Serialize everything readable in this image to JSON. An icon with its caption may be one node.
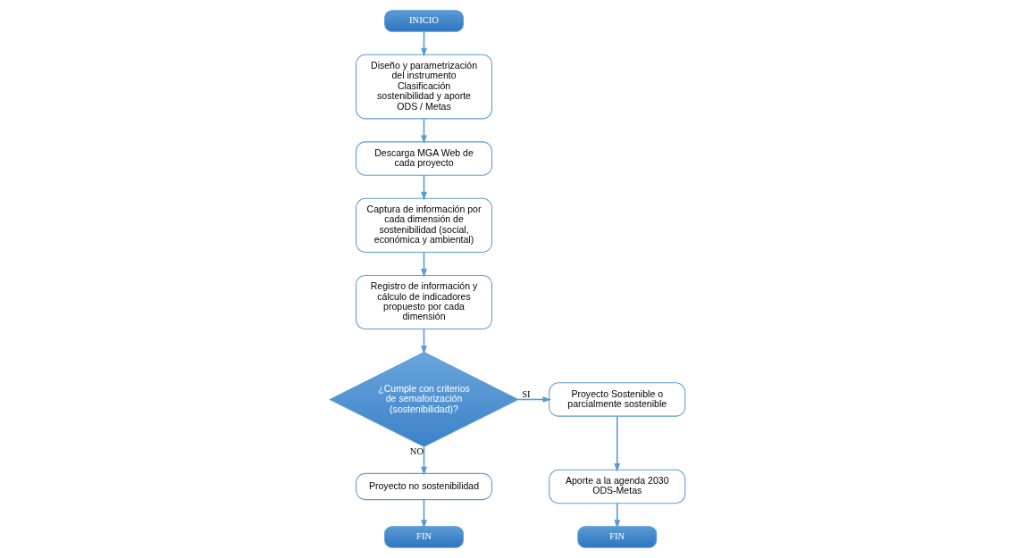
{
  "diagram": {
    "nodes": [
      {
        "text": [
          "INICIO"
        ]
      },
      {
        "text": [
          "Diseño y parametrización del instrumento Clasificación sostenibilidad y aporte ODS / Metas"
        ]
      },
      {
        "text": [
          "Descarga MGA Web de cada proyecto"
        ]
      },
      {
        "text": [
          "Captura de información por cada dimensión de sostenibilidad (social, económica y ambiental)"
        ]
      },
      {
        "text": [
          "Registro de información y cálculo de indicadores propuesto por cada dimensión"
        ]
      },
      {
        "text": [
          "¿Cumple con criterios de semaforización (sostenibilidad)?"
        ]
      },
      {
        "text": [
          "Proyecto no sostenibilidad"
        ]
      },
      {
        "text": [
          "FIN"
        ]
      },
      {
        "text": [
          "Proyecto Sostenible o parcialmente sostenible"
        ]
      },
      {
        "text": [
          "Aporte a la agenda 2030 ODS-Metas"
        ]
      },
      {
        "text": [
          "FIN"
        ]
      }
    ],
    "edges": [
      {
        "from": 0,
        "to": 1,
        "arrow": "to"
      },
      {
        "from": 1,
        "to": 2,
        "arrow": "to"
      },
      {
        "from": 2,
        "to": 3,
        "arrow": "to"
      },
      {
        "from": 3,
        "to": 4,
        "arrow": "to"
      },
      {
        "from": 4,
        "to": 5,
        "arrow": "to"
      },
      {
        "from": 5,
        "to": 8,
        "arrow": "to",
        "label": "SI"
      },
      {
        "from": 5,
        "to": 6,
        "arrow": "to",
        "label": "NO"
      },
      {
        "from": 6,
        "to": 7,
        "arrow": "to"
      },
      {
        "from": 8,
        "to": 9,
        "arrow": "to"
      },
      {
        "from": 9,
        "to": 10,
        "arrow": "to"
      }
    ]
  }
}
